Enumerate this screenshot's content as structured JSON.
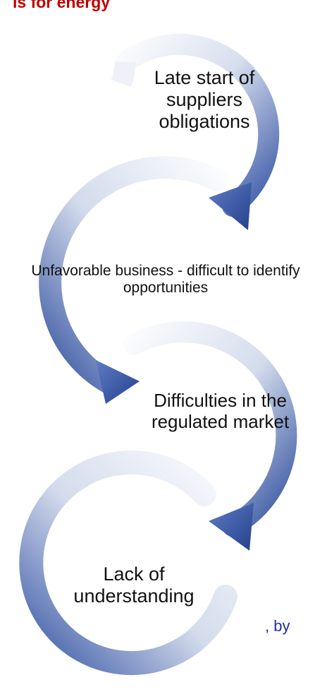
{
  "title": "is for energy",
  "diagram": {
    "steps": [
      {
        "label": "Late start of suppliers obligations"
      },
      {
        "label": "Unfavorable business - difficult to identify opportunities"
      },
      {
        "label": "Difficulties in the regulated market"
      },
      {
        "label": "Lack of understanding"
      }
    ]
  },
  "footer_fragment": ", by",
  "colors": {
    "title": "#c00000",
    "arrow_dark": "#2e4d9c",
    "arrow_light": "#f4f6fa",
    "footer_text": "#1f2da8"
  }
}
